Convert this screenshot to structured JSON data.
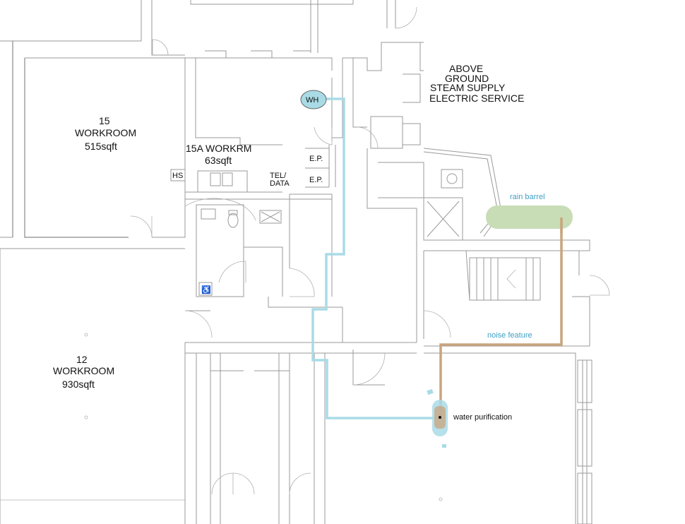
{
  "colors": {
    "water_line": "#a9dbe6",
    "rain_line": "#c9a47d",
    "rain_barrel_fill": "#c8ddb6",
    "wh_fill": "#a9dbe6",
    "label_blue": "#3ea0c6"
  },
  "rooms": {
    "room15": {
      "number": "15",
      "name": "WORKROOM",
      "area": "515sqft"
    },
    "room15a": {
      "name": "15A WORKRM",
      "area": "63sqft"
    },
    "room12": {
      "number": "12",
      "name": "WORKROOM",
      "area": "930sqft"
    }
  },
  "labels": {
    "hs": "HS",
    "tel_line1": "TEL/",
    "tel_line2": "DATA",
    "ep1": "E.P.",
    "ep2": "E.P.",
    "above_line1": "ABOVE",
    "above_line2": "GROUND",
    "above_line3": "STEAM SUPPLY",
    "above_line4": "ELECTRIC SERVICE"
  },
  "features": {
    "water_heater": "WH",
    "rain_barrel": "rain barrel",
    "noise_feature": "noise feature",
    "water_purification": "water purification"
  },
  "icons": [
    "accessible-icon",
    "toilet-icon",
    "sink-icon",
    "elevator-icon",
    "stair-arrow-icon"
  ]
}
